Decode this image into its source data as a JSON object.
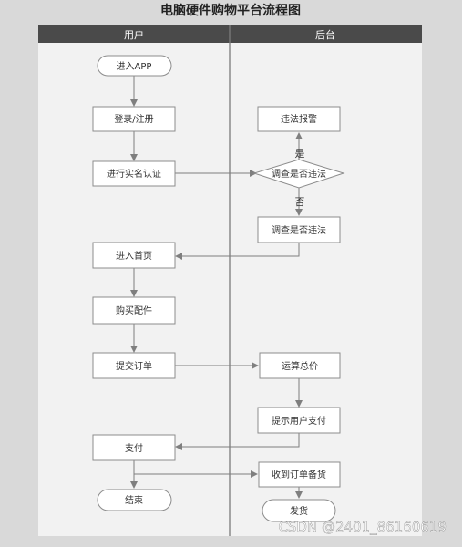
{
  "title": "电脑硬件购物平台流程图",
  "lanes": {
    "left": "用户",
    "right": "后台"
  },
  "nodes": {
    "enter_app": "进入APP",
    "login": "登录/注册",
    "verify": "进行实名认证",
    "home": "进入首页",
    "buy": "购买配件",
    "submit": "提交订单",
    "pay": "支付",
    "end": "结束",
    "alarm": "违法报警",
    "decision": "调查是否违法",
    "investigate": "调查是否违法",
    "calc": "运算总价",
    "prompt_pay": "提示用户支付",
    "receive": "收到订单备货",
    "ship": "发货"
  },
  "edge_labels": {
    "yes": "是",
    "no": "否"
  },
  "watermark": "CSDN @2401_86160619",
  "colors": {
    "lane_header": "#4a4a4a",
    "lane_bg": "#f2f2f2",
    "box_fill": "#ffffff",
    "box_stroke": "#8c8c8c",
    "arrow": "#7f7f7f"
  }
}
